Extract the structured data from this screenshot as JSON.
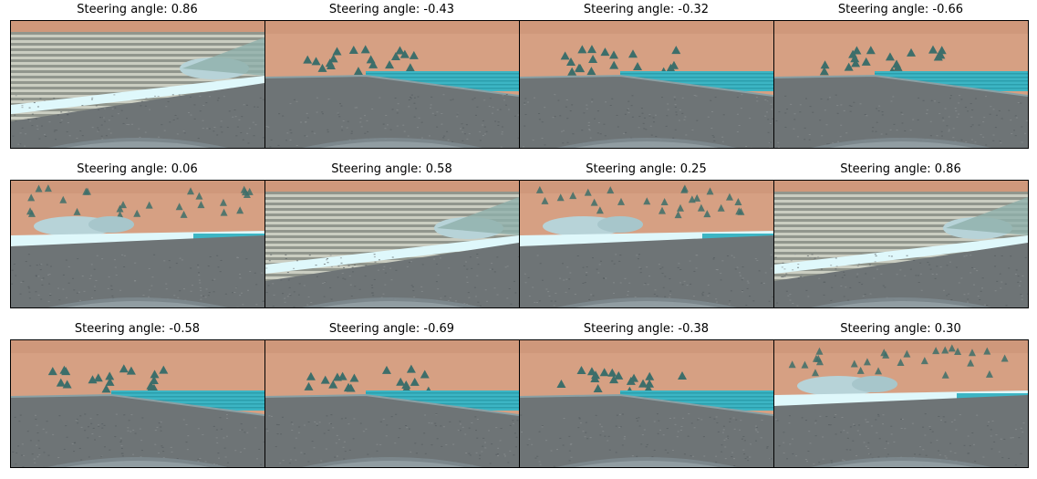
{
  "frames": [
    {
      "title": "Steering angle: 0.86",
      "steering_angle": 0.86,
      "variant": "streak_right"
    },
    {
      "title": "Steering angle: -0.43",
      "steering_angle": -0.43,
      "variant": "teal_left"
    },
    {
      "title": "Steering angle: -0.32",
      "steering_angle": -0.32,
      "variant": "teal_left"
    },
    {
      "title": "Steering angle: -0.66",
      "steering_angle": -0.66,
      "variant": "teal_left"
    },
    {
      "title": "Steering angle: 0.06",
      "steering_angle": 0.06,
      "variant": "rocks_center"
    },
    {
      "title": "Steering angle: 0.58",
      "steering_angle": 0.58,
      "variant": "streak_right"
    },
    {
      "title": "Steering angle: 0.25",
      "steering_angle": 0.25,
      "variant": "rocks_center"
    },
    {
      "title": "Steering angle: 0.86",
      "steering_angle": 0.86,
      "variant": "streak_right"
    },
    {
      "title": "Steering angle: -0.58",
      "steering_angle": -0.58,
      "variant": "teal_left"
    },
    {
      "title": "Steering angle: -0.69",
      "steering_angle": -0.69,
      "variant": "teal_left"
    },
    {
      "title": "Steering angle: -0.38",
      "steering_angle": -0.38,
      "variant": "teal_left"
    },
    {
      "title": "Steering angle: 0.30",
      "steering_angle": 0.3,
      "variant": "rocks_center"
    }
  ],
  "colors": {
    "sky": "#d6a083",
    "sky_top": "#c99376",
    "road": "#6e7476",
    "road_dark": "#565c5f",
    "teal": "#3cb5c4",
    "teal_dark": "#1f8f9c",
    "rock": "#b7d3d8",
    "tree": "#3d6e6a",
    "hood": "#7f8b90",
    "streak_a": "#8a958e",
    "streak_b": "#c9d2c8"
  }
}
